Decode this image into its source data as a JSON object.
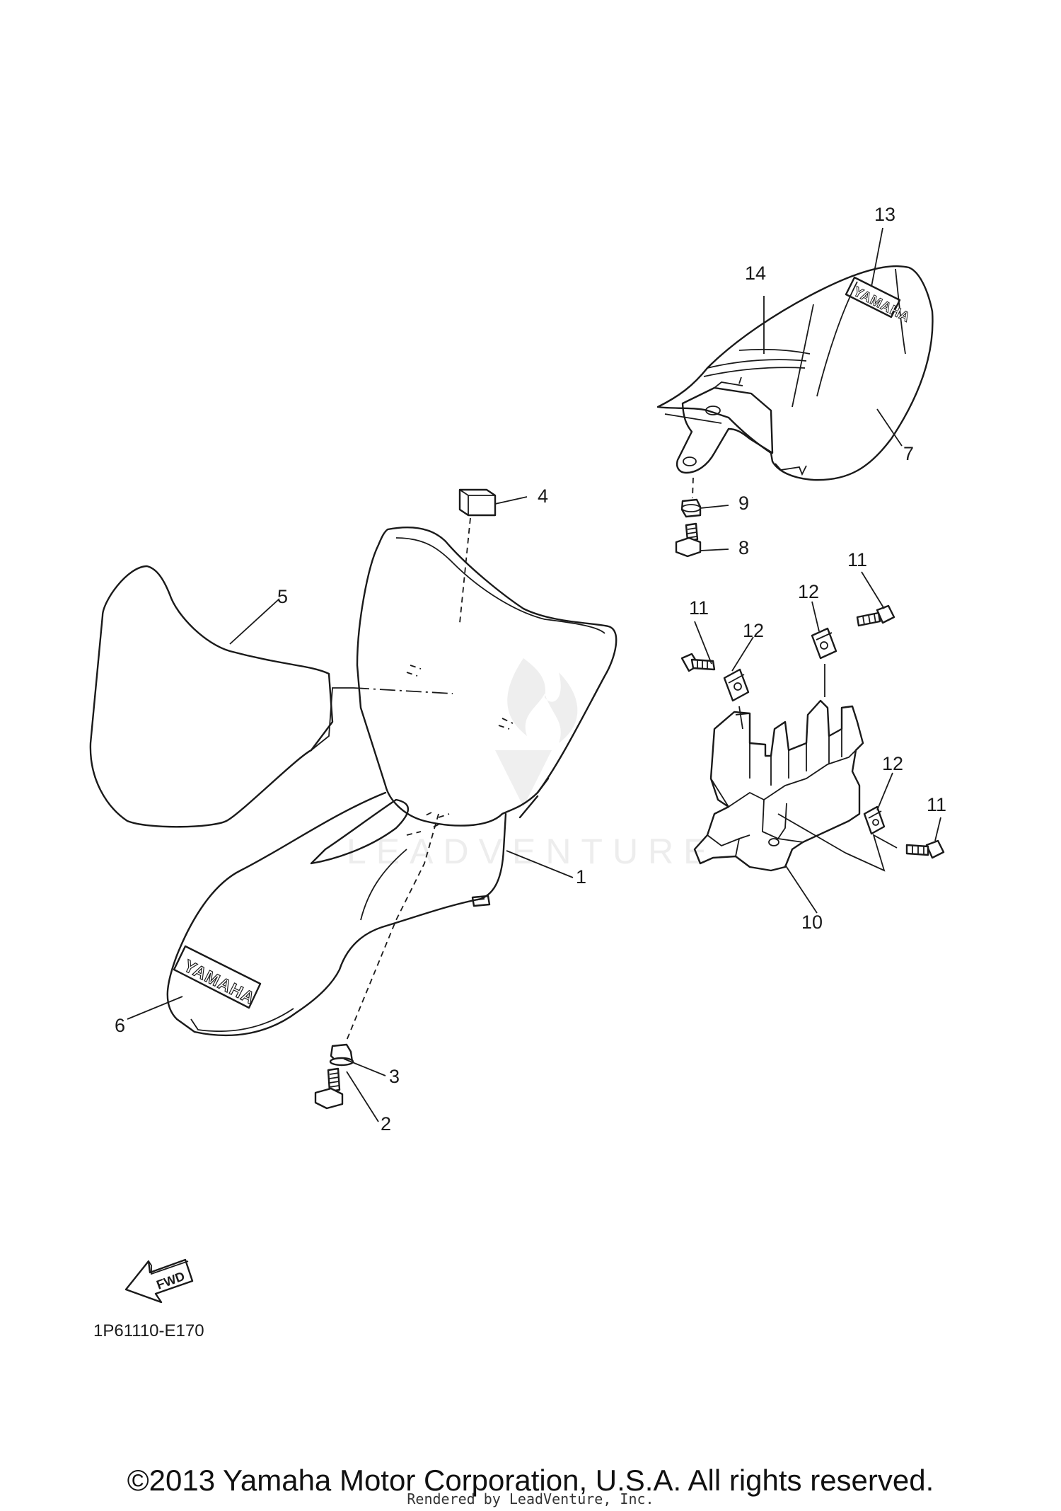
{
  "diagram": {
    "callouts": {
      "c1": "1",
      "c2": "2",
      "c3": "3",
      "c4": "4",
      "c5": "5",
      "c6": "6",
      "c7": "7",
      "c8": "8",
      "c9": "9",
      "c10": "10",
      "c11a": "11",
      "c11b": "11",
      "c11c": "11",
      "c12a": "12",
      "c12b": "12",
      "c12c": "12",
      "c13": "13",
      "c14": "14"
    },
    "emblem_front": "YAMAHA",
    "emblem_rear": "YAMAHA",
    "fwd_label": "FWD",
    "diagram_code": "1P61110-E170",
    "watermark": "LEADVENTURE"
  },
  "footer": {
    "copyright": "©2013 Yamaha Motor Corporation, U.S.A. All rights reserved.",
    "rendered_by": "Rendered by LeadVenture, Inc."
  }
}
